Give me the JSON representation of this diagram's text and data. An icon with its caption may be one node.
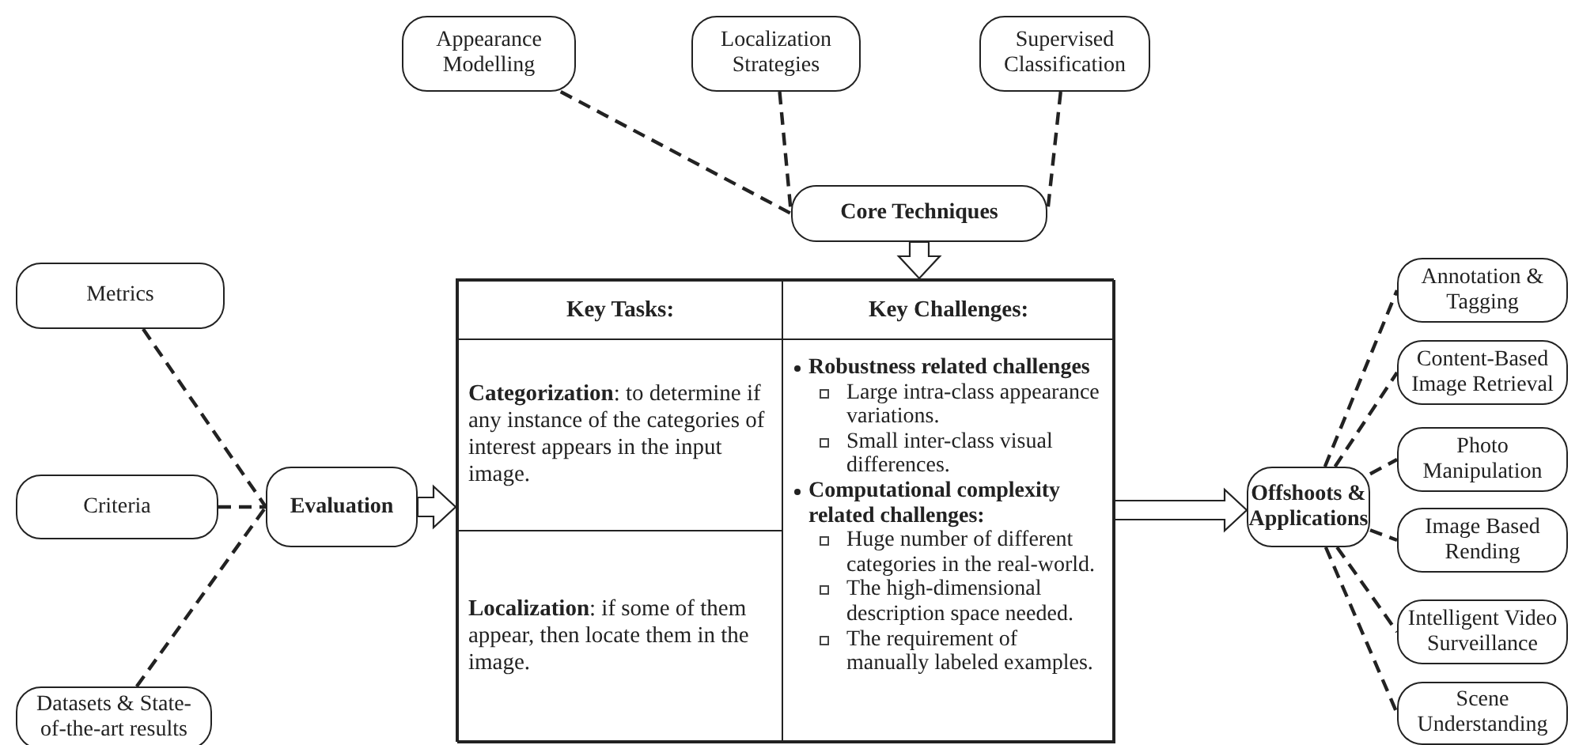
{
  "diagram": {
    "nodes": [
      {
        "text": [
          "Appearance Modelling"
        ]
      },
      {
        "text": [
          "Localization Strategies"
        ]
      },
      {
        "text": [
          "Supervised Classification"
        ]
      },
      {
        "text": [
          "Core Techniques"
        ]
      },
      {
        "text": [
          "Metrics"
        ]
      },
      {
        "text": [
          "Criteria"
        ]
      },
      {
        "text": [
          "Datasets & State-of-the-art results"
        ]
      },
      {
        "text": [
          "Evaluation"
        ]
      },
      {
        "text": [],
        "shape": "box"
      },
      {
        "text": [
          "Key Tasks:"
        ],
        "in": 8
      },
      {
        "text": [
          "Key Challenges:"
        ],
        "in": 8
      },
      {
        "text": [
          "**Categorization**: to determine if any instance of the categories of interest appears in the input image."
        ],
        "in": 8
      },
      {
        "text": [
          "Robustness related challenges",
          "Large intra-class appearance variations.",
          "Small inter-class visual differences.",
          "Computational complexity related challenges:",
          "Huge number of different categories in the real-world.",
          "The high-dimensional description space needed.",
          "The requirement of manually labeled examples."
        ],
        "in": 8
      },
      {
        "text": [
          "**Localization**: if some of them appear, then locate them in the image."
        ],
        "in": 8
      },
      {
        "text": [
          "Offshoots & Applications"
        ]
      },
      {
        "text": [
          "Annotation & Tagging"
        ]
      },
      {
        "text": [
          "Content-Based Image Retrieval"
        ]
      },
      {
        "text": [
          "Photo Manipulation"
        ]
      },
      {
        "text": [
          "Image Based Rending"
        ]
      },
      {
        "text": [
          "Intelligent Video Surveillance"
        ]
      },
      {
        "text": [
          "Scene Understanding"
        ]
      }
    ],
    "edges": [
      {
        "from": 0,
        "to": 3,
        "arrow": "none",
        "style": "dashed"
      },
      {
        "from": 1,
        "to": 3,
        "arrow": "none",
        "style": "dashed"
      },
      {
        "from": 2,
        "to": 3,
        "arrow": "none",
        "style": "dashed"
      },
      {
        "from": 3,
        "to": 8,
        "arrow": "to"
      },
      {
        "from": 4,
        "to": 7,
        "arrow": "none",
        "style": "dashed"
      },
      {
        "from": 5,
        "to": 7,
        "arrow": "none",
        "style": "dashed"
      },
      {
        "from": 6,
        "to": 7,
        "arrow": "none",
        "style": "dashed"
      },
      {
        "from": 7,
        "to": 8,
        "arrow": "to"
      },
      {
        "from": 8,
        "to": 14,
        "arrow": "to"
      },
      {
        "from": 14,
        "to": 15,
        "arrow": "none",
        "style": "dashed"
      },
      {
        "from": 14,
        "to": 16,
        "arrow": "none",
        "style": "dashed"
      },
      {
        "from": 14,
        "to": 17,
        "arrow": "none",
        "style": "dashed"
      },
      {
        "from": 14,
        "to": 18,
        "arrow": "none",
        "style": "dashed"
      },
      {
        "from": 14,
        "to": 19,
        "arrow": "none",
        "style": "dashed"
      },
      {
        "from": 14,
        "to": 20,
        "arrow": "none",
        "style": "dashed"
      }
    ]
  }
}
